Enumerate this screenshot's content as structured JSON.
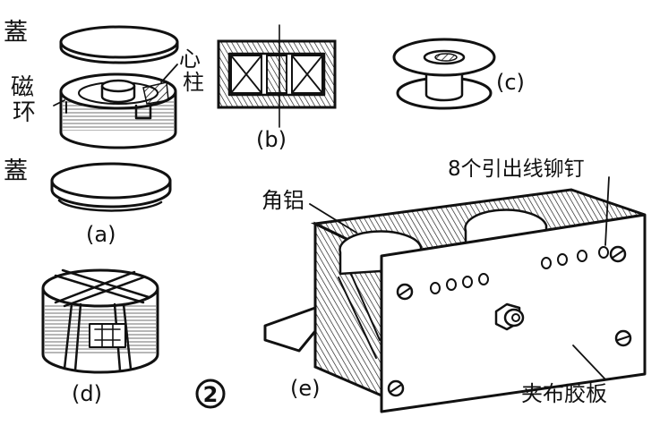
{
  "labels": {
    "lid_top": "蓋",
    "core_post_1": "心",
    "core_post_2": "柱",
    "magnetic_ring_1": "磁",
    "magnetic_ring_2": "环",
    "lid_bottom": "蓋",
    "fig_a": "(a)",
    "fig_b": "(b)",
    "fig_c": "(c)",
    "fig_d": "(d)",
    "fig_e": "(e)",
    "figure_number": "2",
    "rivets": "8个引出线铆钉",
    "angle_aluminum": "角铝",
    "clamp_board": "夹布胶板"
  },
  "colors": {
    "ink": "#111111",
    "paper": "#ffffff"
  }
}
